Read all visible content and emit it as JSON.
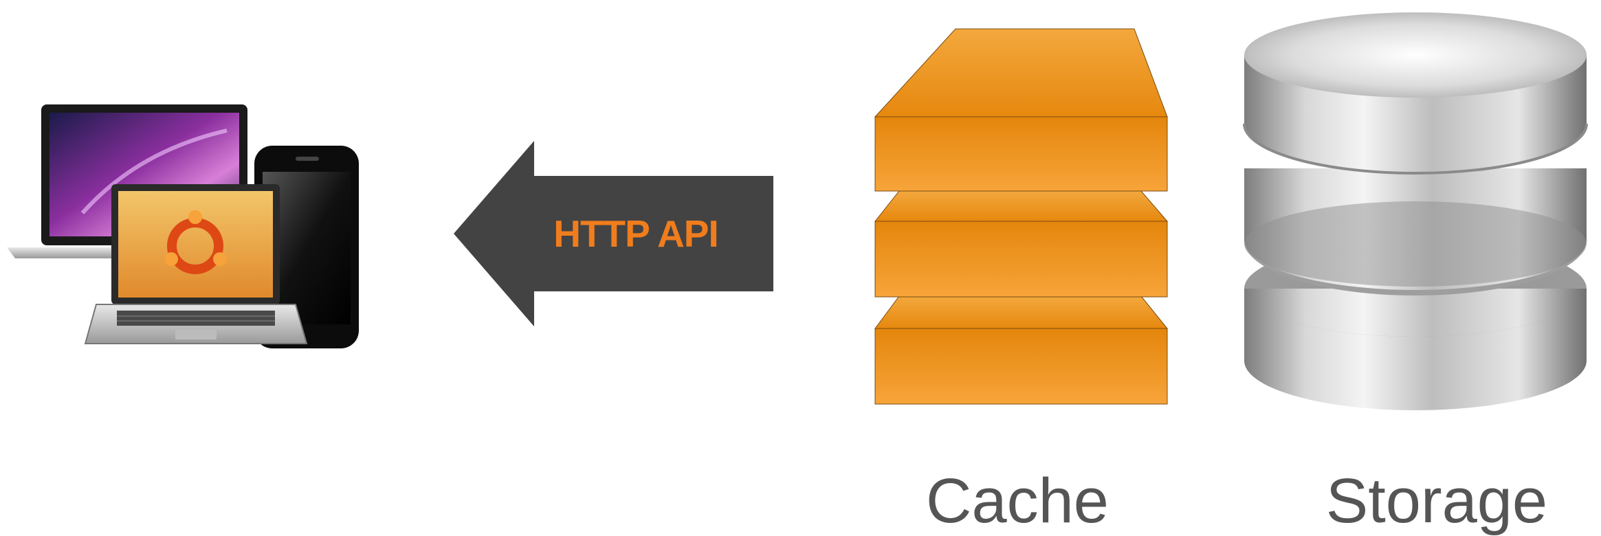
{
  "arrow": {
    "label": "HTTP API",
    "color": "#434343",
    "label_color": "#f07d1d"
  },
  "devices": {
    "icon": "devices-icon",
    "items": [
      "laptop-icon",
      "smartphone-icon",
      "ubuntu-laptop-icon"
    ]
  },
  "cache": {
    "caption": "Cache",
    "icon": "cache-stack-icon",
    "layers": 3,
    "color": "#f29b1f"
  },
  "storage": {
    "caption": "Storage",
    "icon": "database-icon",
    "layers": 3,
    "color": "#c8c8c8"
  }
}
